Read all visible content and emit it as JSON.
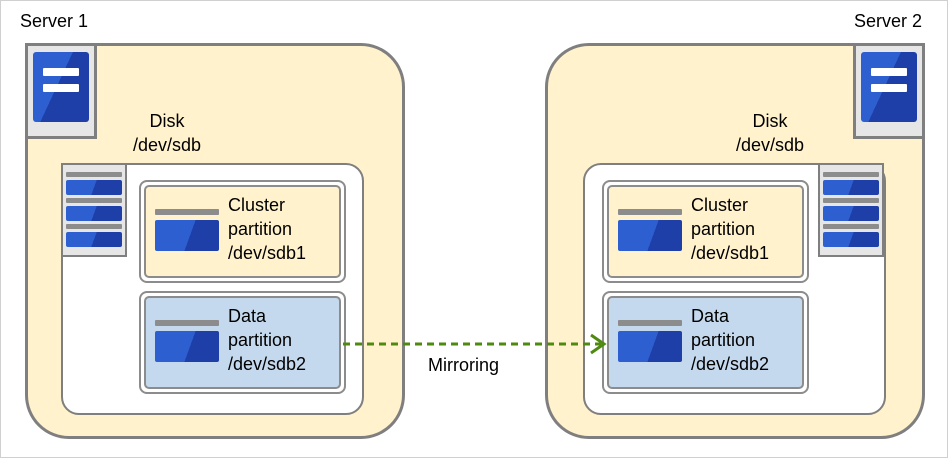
{
  "servers": [
    {
      "title": "Server 1",
      "disk": {
        "label_line1": "Disk",
        "label_line2": "/dev/sdb",
        "partitions": [
          {
            "kind": "cluster",
            "line1": "Cluster",
            "line2": "partition",
            "line3": "/dev/sdb1"
          },
          {
            "kind": "data",
            "line1": "Data",
            "line2": "partition",
            "line3": "/dev/sdb2"
          }
        ]
      }
    },
    {
      "title": "Server 2",
      "disk": {
        "label_line1": "Disk",
        "label_line2": "/dev/sdb",
        "partitions": [
          {
            "kind": "cluster",
            "line1": "Cluster",
            "line2": "partition",
            "line3": "/dev/sdb1"
          },
          {
            "kind": "data",
            "line1": "Data",
            "line2": "partition",
            "line3": "/dev/sdb2"
          }
        ]
      }
    }
  ],
  "mirroring": {
    "label": "Mirroring",
    "line_color": "#4f8a10"
  },
  "colors": {
    "server_fill": "#fff2cc",
    "data_partition_fill": "#c5d9ee",
    "icon_blue": "#2e5fd1",
    "border_gray": "#7f7f7f"
  },
  "icons": {
    "server": "server-icon",
    "disk": "disk-stack-icon",
    "partition": "partition-drive-icon",
    "mirror": "arrow-right-icon"
  }
}
